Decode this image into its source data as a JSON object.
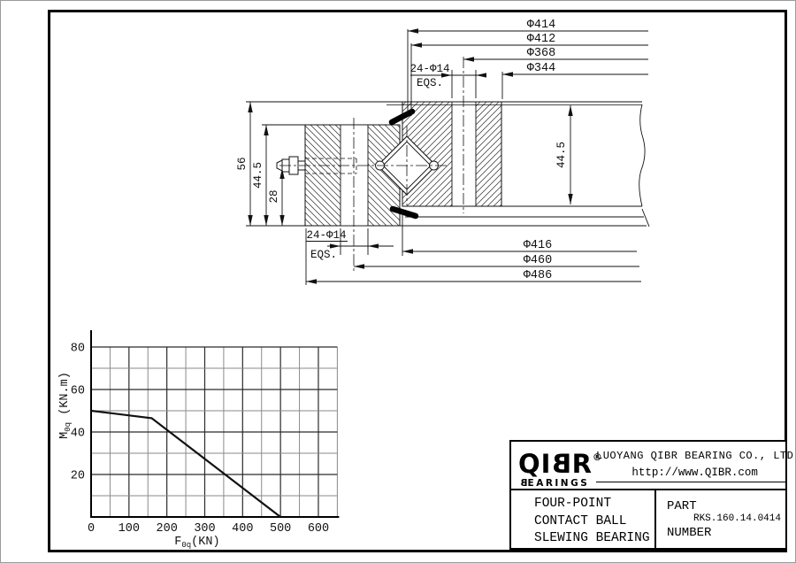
{
  "drawing": {
    "top_dims": {
      "d1": "Φ414",
      "d2": "Φ412",
      "d3": "Φ368",
      "d4": "Φ344"
    },
    "bottom_dims": {
      "d1": "Φ416",
      "d2": "Φ460",
      "d3": "Φ486"
    },
    "left_dims": {
      "total_height": "56",
      "ring_height": "44.5",
      "grease_height": "28"
    },
    "right_dims": {
      "inner_ring_height": "44.5"
    },
    "hole_note_top": {
      "count_size": "24-Φ14",
      "spacing": "EQS."
    },
    "hole_note_bottom": {
      "count_size": "24-Φ14",
      "spacing": "EQS."
    }
  },
  "chart_data": {
    "type": "line",
    "xlabel": "F0q(KN)",
    "ylabel": "M0q (KN.m)",
    "xlabel_parts": {
      "main": "F",
      "sub": "0q",
      "rest": "(KN)"
    },
    "ylabel_parts": {
      "main": "M",
      "sub": "0q",
      "rest": " (KN.m)"
    },
    "x_ticks": [
      0,
      100,
      200,
      300,
      400,
      500,
      600
    ],
    "y_ticks": [
      20,
      40,
      60,
      80
    ],
    "xlim": [
      0,
      650
    ],
    "ylim": [
      0,
      80
    ],
    "x_minor_step": 50,
    "y_minor_step": 10,
    "grid": true,
    "legend": "none",
    "series": [
      {
        "points": [
          [
            0,
            50
          ],
          [
            160,
            46.5
          ],
          [
            500,
            0
          ]
        ]
      }
    ]
  },
  "title_block": {
    "logo_part1": "QI",
    "logo_b": "B",
    "logo_part2": "R",
    "registered": "®",
    "logo_sub_b": "B",
    "logo_sub_rest": "EARINGS",
    "company": "LUOYANG QIBR BEARING CO., LTD",
    "website": "http://www.QIBR.com",
    "product_lines": [
      "FOUR-POINT",
      "CONTACT BALL",
      "SLEWING BEARING"
    ],
    "part_label_1": "PART",
    "part_label_2": "NUMBER",
    "part_number": "RKS.160.14.0414"
  },
  "colors": {
    "line": "#111111",
    "grid_minor": "#8a8a8a",
    "grid_major": "#2a2a2a",
    "background": "#ffffff"
  }
}
